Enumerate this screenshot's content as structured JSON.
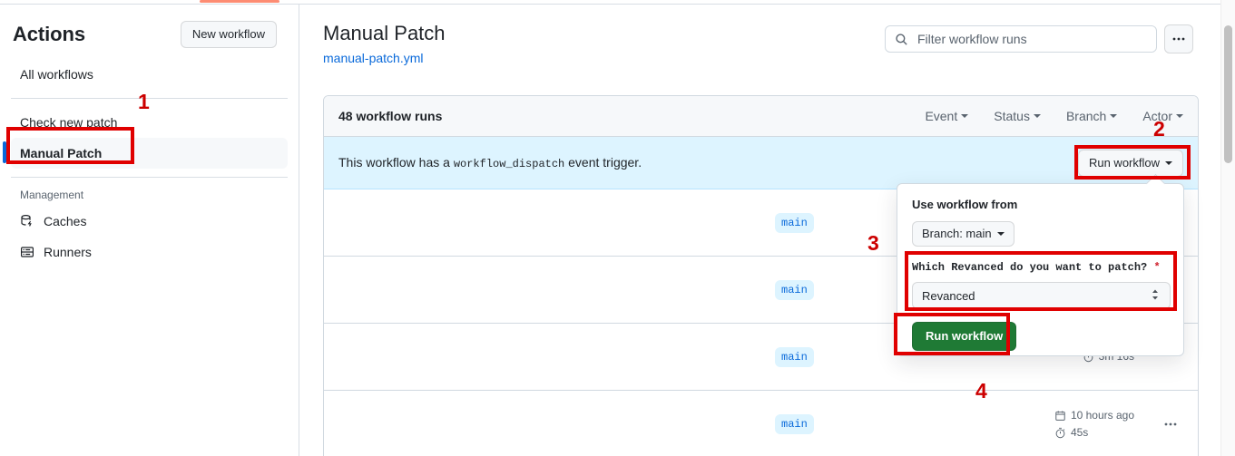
{
  "window": {
    "tab_accent_color": "#fd8c73"
  },
  "sidebar": {
    "title": "Actions",
    "new_workflow_label": "New workflow",
    "items": [
      {
        "label": "All workflows",
        "selected": false
      },
      {
        "label": "Check new patch",
        "selected": false
      },
      {
        "label": "Manual Patch",
        "selected": true
      }
    ],
    "section_label": "Management",
    "management_items": [
      {
        "label": "Caches",
        "icon": "cache-icon"
      },
      {
        "label": "Runners",
        "icon": "runners-icon"
      }
    ]
  },
  "header": {
    "title": "Manual Patch",
    "subtitle": "manual-patch.yml",
    "search": {
      "placeholder": "Filter workflow runs",
      "value": "",
      "icon": "search-icon"
    },
    "kebab_label": "•••"
  },
  "runs_panel": {
    "count_label": "48 workflow runs",
    "filters": [
      {
        "label": "Event"
      },
      {
        "label": "Status"
      },
      {
        "label": "Branch"
      },
      {
        "label": "Actor"
      }
    ],
    "dispatch_banner": {
      "text_before": "This workflow has a",
      "code": "workflow_dispatch",
      "text_after": "event trigger.",
      "button_label": "Run workflow",
      "background_color": "#ddf4ff"
    },
    "rows": [
      {
        "branch": "main",
        "date": "",
        "duration": ""
      },
      {
        "branch": "main",
        "date": "",
        "duration": ""
      },
      {
        "branch": "main",
        "date": "",
        "duration": "3m 16s"
      },
      {
        "branch": "main",
        "date": "10 hours ago",
        "duration": "45s"
      }
    ]
  },
  "dispatch_panel": {
    "use_workflow_from_label": "Use workflow from",
    "branch_select_label": "Branch: main",
    "input_question": "Which Revanced do you want to patch?",
    "required_marker": "*",
    "input_value": "Revanced",
    "submit_label": "Run workflow",
    "submit_color": "#1f7a35"
  },
  "annotations": {
    "color": "#cc0000",
    "numbers": [
      "1",
      "2",
      "3",
      "4"
    ]
  }
}
